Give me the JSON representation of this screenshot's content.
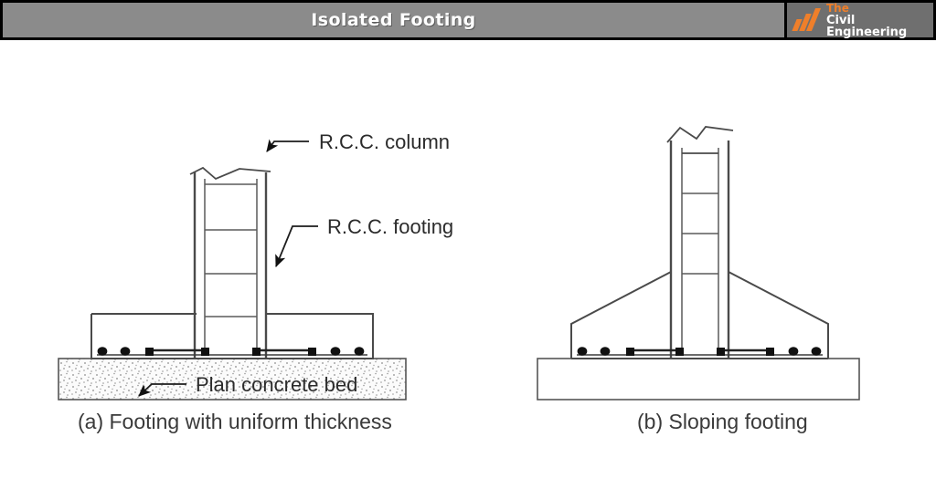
{
  "header": {
    "title": "Isolated Footing",
    "brand": {
      "top_word": "The",
      "name": "Civil Engineering",
      "logo_icon": "slashes-logo-icon",
      "accent_color": "#ef7f2a",
      "bar_color": "#8b8b8b",
      "text_color": "#ffffff"
    }
  },
  "diagram": {
    "type": "engineering-section-drawing",
    "subject": "Isolated Footing",
    "background_color": "#ffffff",
    "line_color": "#4a4a4a",
    "rebar_color": "#111111",
    "figures": [
      {
        "id": "a",
        "caption": "(a) Footing with uniform thickness",
        "footing_type": "uniform thickness",
        "has_plain_concrete_bed": true,
        "bed_fill": "stippled",
        "annotations": [
          {
            "id": "rcc-column",
            "label": "R.C.C. column",
            "points_to": "column shaft"
          },
          {
            "id": "rcc-footing",
            "label": "R.C.C. footing",
            "points_to": "footing slab top-left corner"
          },
          {
            "id": "plain-concrete-bed",
            "label": "Plan concrete bed",
            "points_to": "bed bottom edge"
          }
        ],
        "column_ties": 4,
        "bottom_rebar_dots": 8
      },
      {
        "id": "b",
        "caption": "(b) Sloping footing",
        "footing_type": "sloping",
        "has_plain_concrete_bed": true,
        "bed_fill": "plain",
        "annotations": [],
        "column_ties": 4,
        "bottom_rebar_dots": 8
      }
    ]
  }
}
